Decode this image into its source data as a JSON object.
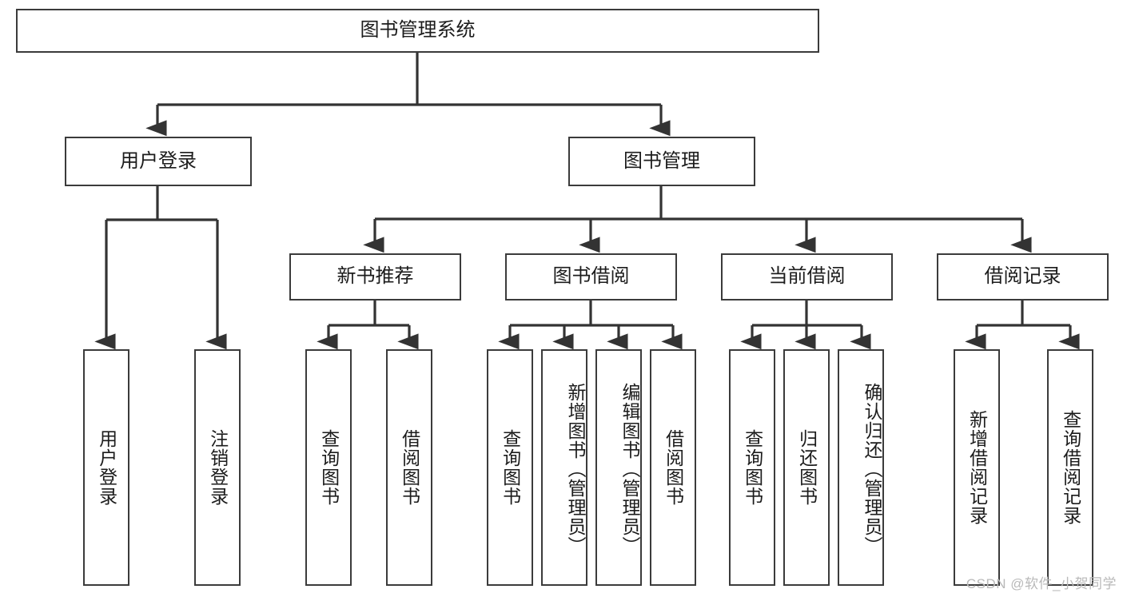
{
  "diagram": {
    "type": "tree-hierarchy",
    "title": "图书管理系统",
    "orientation": "top-down",
    "colors": {
      "box_border": "#3b3b3b",
      "box_fill": "#ffffff",
      "edge": "#333333",
      "text": "#1c1c1c",
      "watermark": "#b9b9b9"
    },
    "levels": {
      "root": "图书管理系统",
      "level2": [
        "用户登录",
        "图书管理"
      ],
      "level3": [
        "新书推荐",
        "图书借阅",
        "当前借阅",
        "借阅记录"
      ]
    },
    "nodes": {
      "root": {
        "label": "图书管理系统"
      },
      "user_login": {
        "label": "用户登录"
      },
      "book_manage": {
        "label": "图书管理"
      },
      "new_book_rec": {
        "label": "新书推荐"
      },
      "book_borrow": {
        "label": "图书借阅"
      },
      "current_borrow": {
        "label": "当前借阅"
      },
      "borrow_record": {
        "label": "借阅记录"
      }
    },
    "leaves": {
      "user_login": [
        {
          "label": "用户登录"
        },
        {
          "label": "注销登录"
        }
      ],
      "new_book_rec": [
        {
          "label": "查询图书"
        },
        {
          "label": "借阅图书"
        }
      ],
      "book_borrow": [
        {
          "label": "查询图书"
        },
        {
          "label": "新增图书（管理员）"
        },
        {
          "label": "编辑图书（管理员）"
        },
        {
          "label": "借阅图书"
        }
      ],
      "current_borrow": [
        {
          "label": "查询图书"
        },
        {
          "label": "归还图书"
        },
        {
          "label": "确认归还（管理员）"
        }
      ],
      "borrow_record": [
        {
          "label": "新增借阅记录"
        },
        {
          "label": "查询借阅记录"
        }
      ]
    },
    "watermark": "CSDN @软件_小贺同学"
  }
}
